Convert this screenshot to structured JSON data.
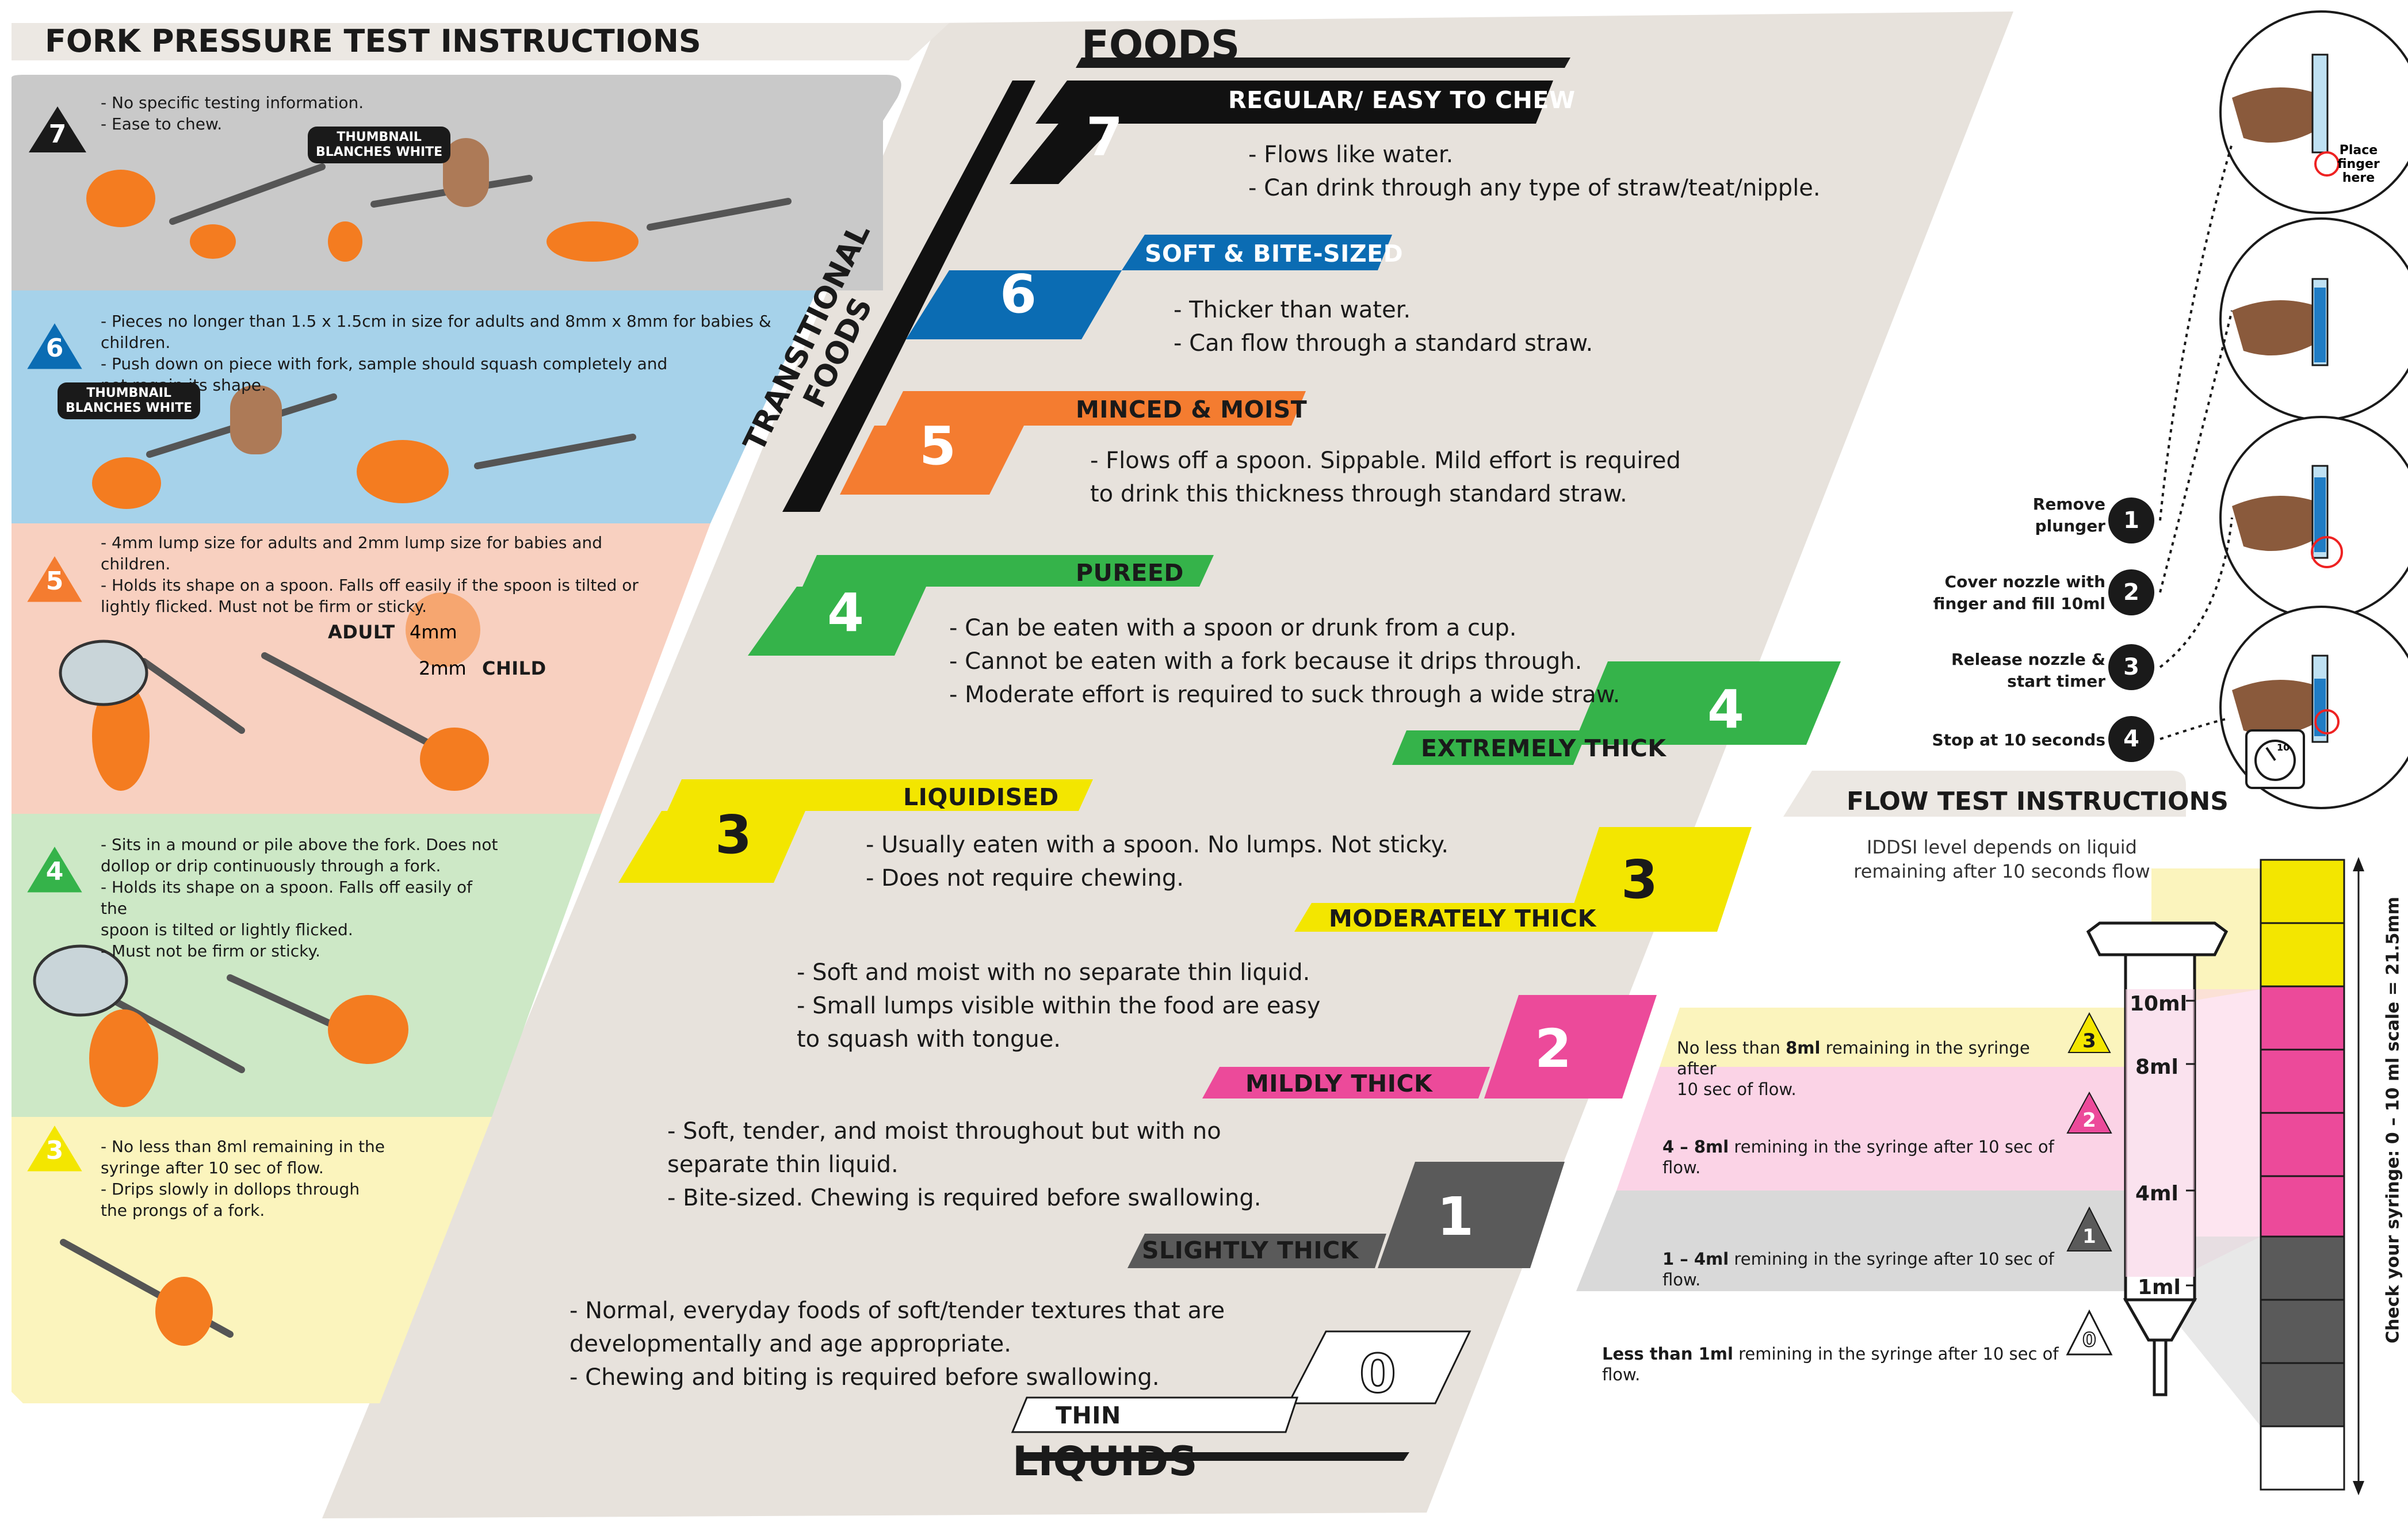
{
  "fork_test": {
    "title": "FORK PRESSURE TEST INSTRUCTIONS",
    "panels": [
      {
        "level": "7",
        "text": "- No specific testing information.\n- Ease to chew.",
        "color": "#c9c9c9",
        "badge": "#1a1a1a"
      },
      {
        "level": "6",
        "text": "- Pieces no longer than 1.5 x 1.5cm in size for adults and 8mm x 8mm for babies & children.\n- Push down on piece with fork, sample should squash completely and\n  not regain its shape.",
        "color": "#a6d2ea",
        "badge": "#0b6cb3"
      },
      {
        "level": "5",
        "text": "- 4mm lump size for adults and 2mm lump size for babies and children.\n- Holds its shape on a spoon. Falls off easily if the spoon is tilted or\n  lightly flicked. Must not be firm or sticky.",
        "color": "#f8d0c0",
        "badge": "#f47c30"
      },
      {
        "level": "4",
        "text": "-  Sits in a mound or pile above the fork. Does not\n   dollop or drip continuously through a fork.\n- Holds its shape on a spoon. Falls off easily of the\n  spoon is tilted or lightly flicked.\n- Must not be firm or sticky.",
        "color": "#cde8c6",
        "badge": "#35b34a"
      },
      {
        "level": "3",
        "text": "- No less than 8ml remaining in the\n  syringe after 10 sec of flow.\n- Drips slowly in dollops through\n  the prongs of a fork.",
        "color": "#fbf4bd",
        "badge": "#f3e600"
      }
    ],
    "thumbnail_label": "THUMBNAIL\nBLANCHES WHITE",
    "adult_label": "ADULT",
    "child_label": "CHILD",
    "size_4mm": "4mm",
    "size_2mm": "2mm"
  },
  "foods": {
    "title": "FOODS",
    "transitional": "TRANSITIONAL FOODS",
    "levels": [
      {
        "num": "7",
        "label": "REGULAR/ EASY TO CHEW",
        "color": "#111111",
        "desc": "- Flows like water.\n- Can drink through any type of straw/teat/nipple."
      },
      {
        "num": "6",
        "label": "SOFT & BITE-SIZED",
        "color": "#0b6cb3",
        "desc": "- Thicker than water.\n- Can flow through a standard straw."
      },
      {
        "num": "5",
        "label": "MINCED & MOIST",
        "color": "#f47c30",
        "desc": "- Flows off a spoon. Sippable. Mild effort is required\n  to drink this thickness through standard straw."
      },
      {
        "num": "4",
        "label": "PUREED",
        "color": "#35b34a",
        "desc": "- Can be eaten with a spoon or drunk from a cup.\n - Cannot be eaten with a fork because it drips through.\n- Moderate effort is required to suck through a wide straw."
      },
      {
        "num": "3",
        "label": "LIQUIDISED",
        "color": "#f3e600",
        "desc": "- Usually eaten with a spoon. No lumps. Not sticky.\n- Does not require chewing."
      }
    ],
    "desc_minced": "- Soft and moist with no separate thin liquid.\n- Small lumps visible within the food are easy\n  to squash with tongue.",
    "desc_soft": "- Soft, tender, and moist throughout but with no\n  separate thin liquid.\n- Bite-sized. Chewing is required before swallowing.",
    "desc_regular": "- Normal, everyday foods of soft/tender textures that are\n  developmentally and age appropriate.\n- Chewing and biting is required before swallowing."
  },
  "liquids": {
    "title": "LIQUIDS",
    "levels": [
      {
        "num": "4",
        "label": "EXTREMELY THICK",
        "color": "#35b34a"
      },
      {
        "num": "3",
        "label": "MODERATELY THICK",
        "color": "#f3e600"
      },
      {
        "num": "2",
        "label": "MILDLY THICK",
        "color": "#ec4a9a"
      },
      {
        "num": "1",
        "label": "SLIGHTLY THICK",
        "color": "#5a5a5a"
      },
      {
        "num": "0",
        "label": "THIN",
        "color": "#ffffff"
      }
    ]
  },
  "flow_test": {
    "title": "FLOW TEST INSTRUCTIONS",
    "subtitle": "IDDSI level depends on liquid\nremaining after 10 seconds flow",
    "steps": [
      {
        "num": "1",
        "label": "Remove\nplunger"
      },
      {
        "num": "2",
        "label": "Cover nozzle with\nfinger and fill 10ml"
      },
      {
        "num": "3",
        "label": "Release nozzle &\nstart timer"
      },
      {
        "num": "4",
        "label": "Stop at 10 seconds"
      }
    ],
    "place_finger": "Place\nfinger\nhere",
    "results": [
      {
        "level": "3",
        "lead": "No less than ",
        "bold": "8ml",
        "rest": " remaining in the syringe after\n10 sec of flow.",
        "color": "#fbf4bd"
      },
      {
        "level": "2",
        "lead": "",
        "bold": "4 – 8ml",
        "rest": " remining in the syringe after 10 sec of flow.",
        "color": "#fbd3e6"
      },
      {
        "level": "1",
        "lead": "",
        "bold": "1 – 4ml",
        "rest": " remining in the syringe after 10 sec of flow.",
        "color": "#d9d9d9"
      },
      {
        "level": "0",
        "lead": "",
        "bold": "Less than 1ml",
        "rest": " remining in the syringe after 10 sec of flow.",
        "color": "#ffffff"
      }
    ],
    "syringe_marks": [
      "10ml",
      "8ml",
      "4ml",
      "1ml"
    ],
    "scale_label": "Check your syringe: 0 – 10 ml scale = 21.5mm",
    "timer_value": "10"
  }
}
